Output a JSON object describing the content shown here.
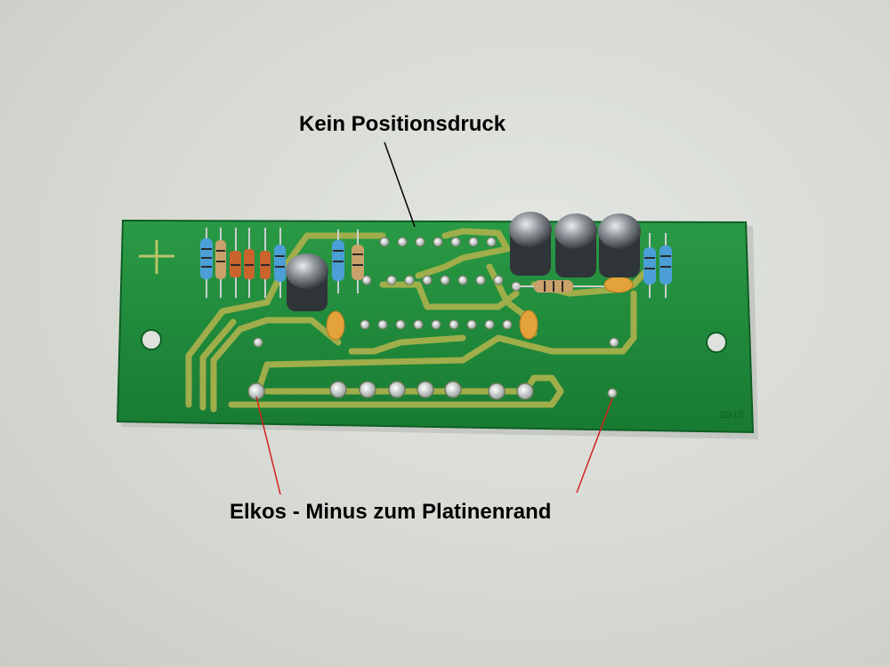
{
  "annotations": {
    "top_label": "Kein Positionsdruck",
    "bottom_label": "Elkos - Minus zum Platinenrand"
  },
  "board": {
    "silkscreen_mark": "51/02",
    "polarity_symbol": "+"
  },
  "colors": {
    "background": "#d9dcd6",
    "pcb": "#1f8a3c",
    "trace": "#9fae4a",
    "label_text": "#000000",
    "pointer_top": "#000000",
    "pointer_bottom": "#d22020"
  }
}
